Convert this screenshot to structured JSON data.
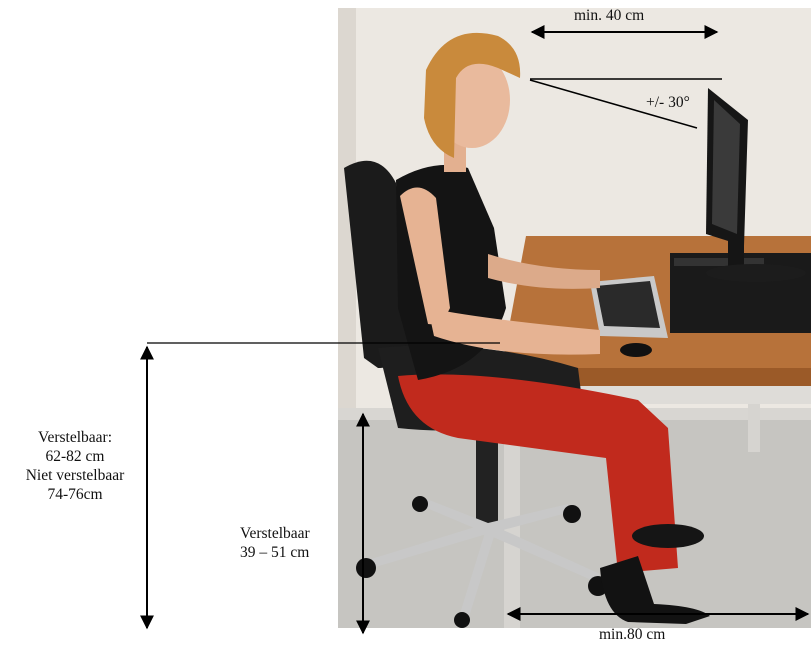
{
  "labels": {
    "monitor_distance": "min. 40 cm",
    "viewing_angle": "+/- 30°",
    "desk_height_line1": "Verstelbaar:",
    "desk_height_line2": "62-82 cm",
    "desk_height_line3": "Niet verstelbaar",
    "desk_height_line4": "74-76cm",
    "seat_height_line1": "Verstelbaar",
    "seat_height_line2": "39 – 51 cm",
    "legroom": "min.80 cm"
  },
  "photo": {
    "subject": "person seated at desk with monitor, keyboard and office chair"
  },
  "colors": {
    "wall": "#ede9e3",
    "floor": "#c9c7c2",
    "desk_top": "#b8733a",
    "chair": "#1b1b1b",
    "trousers": "#c42a1c",
    "hair": "#c98a3c",
    "skin": "#e8b79a",
    "arrow": "#000000"
  }
}
